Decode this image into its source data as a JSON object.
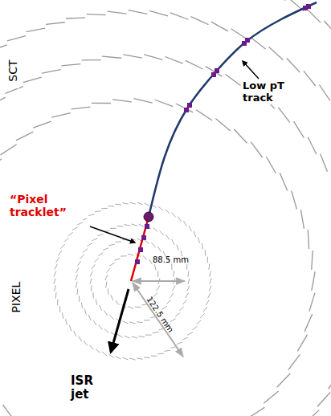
{
  "diagram": {
    "labels": [
      "SCT",
      "Low pT track",
      "“Pixel tracklet”",
      "88.5 mm",
      "122.5 mm",
      "PIXEL",
      "ISR jet"
    ]
  }
}
